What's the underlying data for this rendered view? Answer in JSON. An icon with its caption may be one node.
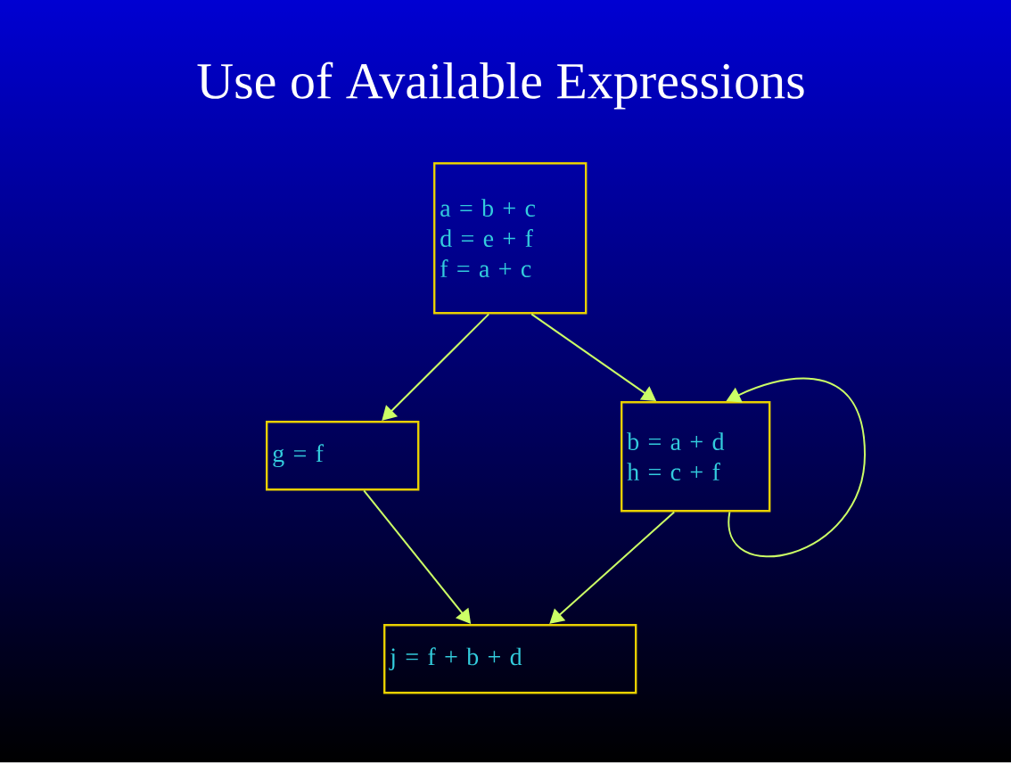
{
  "diagram": {
    "title": "Use of Available Expressions",
    "nodes": [
      {
        "text": [
          "a = b + c",
          "d = e + f",
          "f = a + c"
        ]
      },
      {
        "text": [
          "g = f"
        ]
      },
      {
        "text": [
          "b = a + d",
          "h = c + f"
        ]
      },
      {
        "text": [
          "j = f +  b + d"
        ]
      }
    ],
    "edges": [
      {
        "from": 0,
        "to": 1,
        "arrow": "to"
      },
      {
        "from": 0,
        "to": 2,
        "arrow": "to"
      },
      {
        "from": 2,
        "to": 2,
        "arrow": "to"
      },
      {
        "from": 1,
        "to": 3,
        "arrow": "to"
      },
      {
        "from": 2,
        "to": 3,
        "arrow": "to"
      }
    ]
  }
}
